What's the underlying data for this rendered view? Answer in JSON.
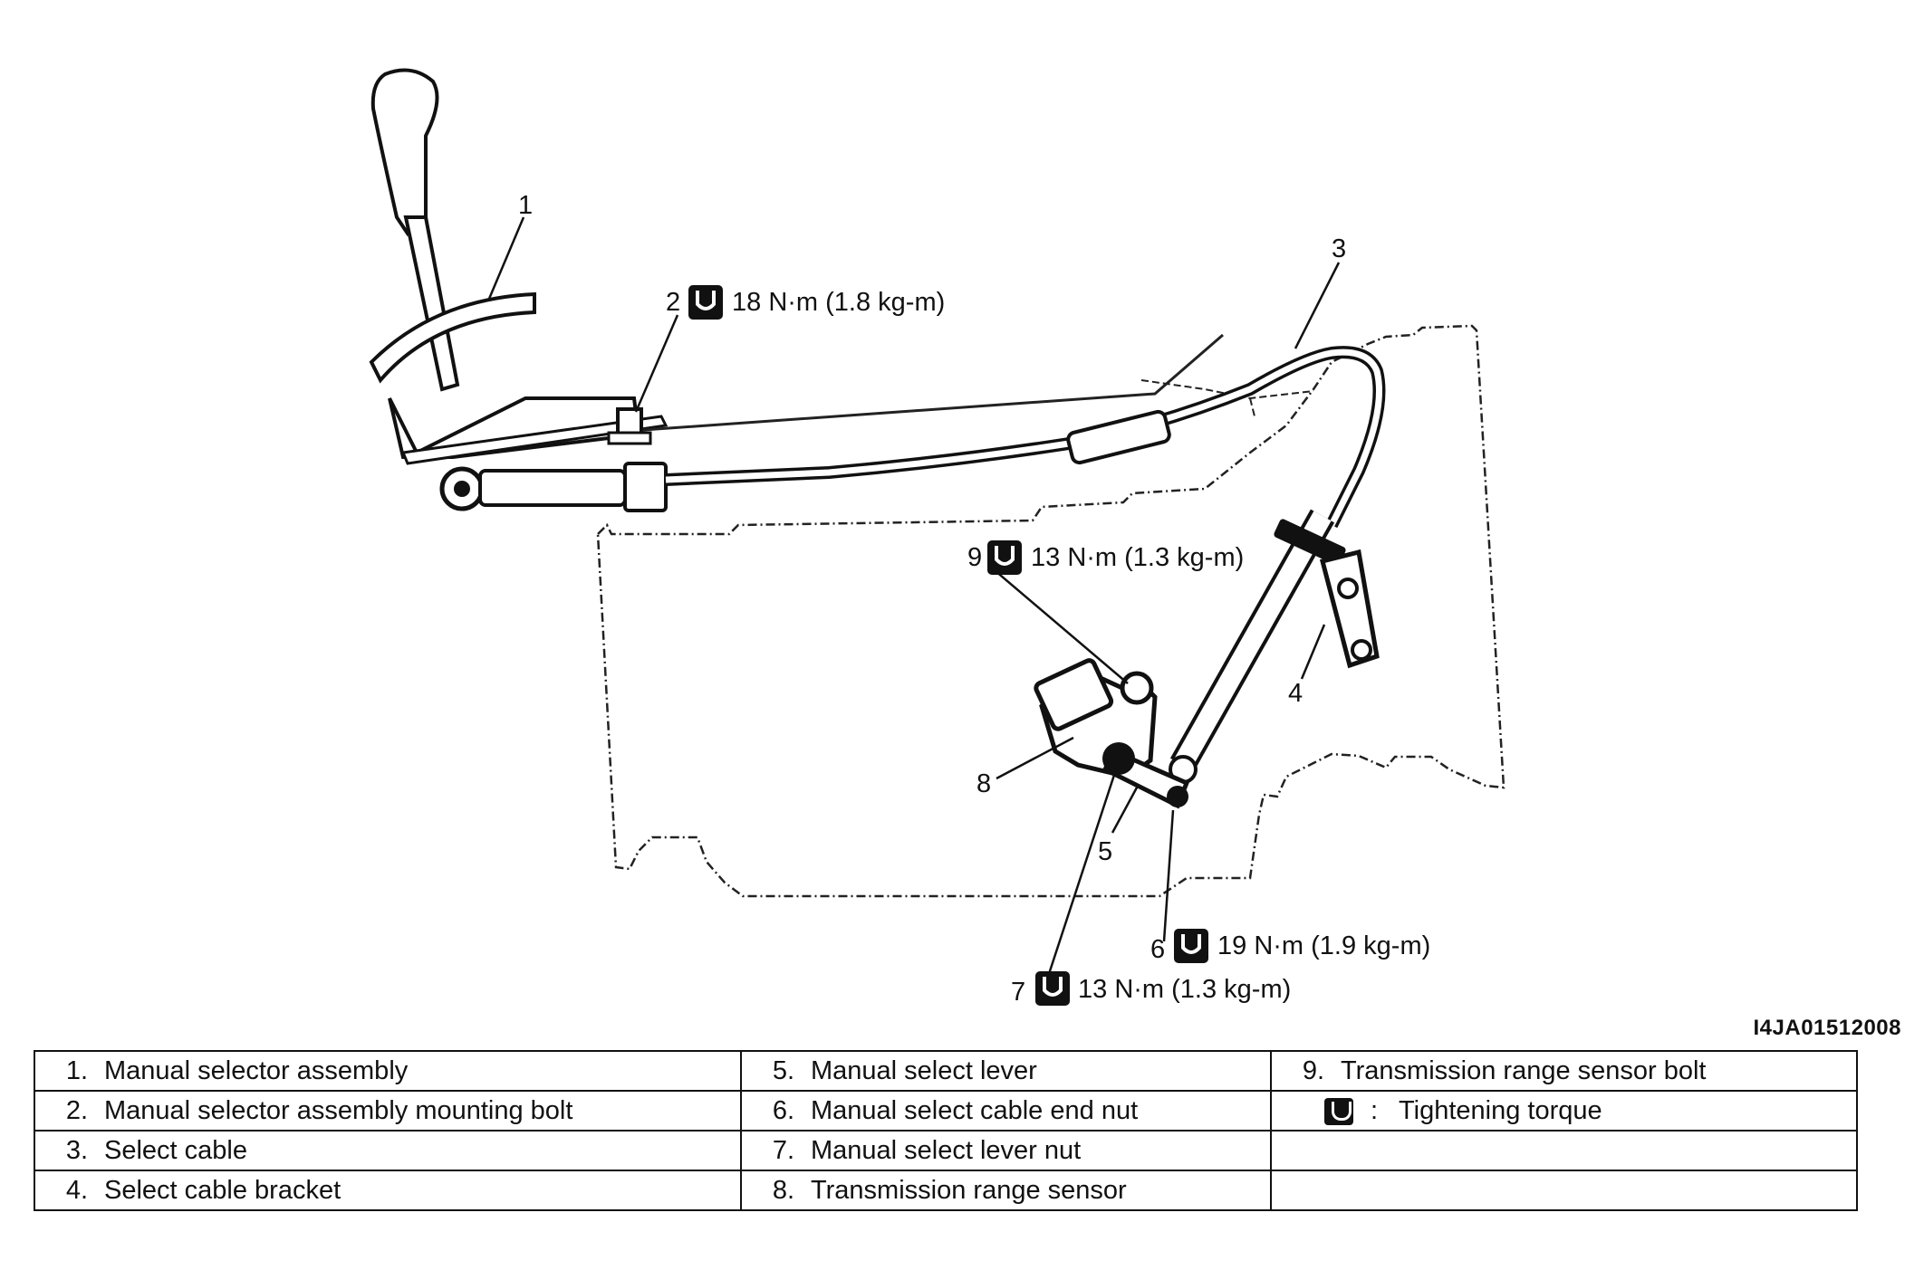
{
  "callouts": [
    {
      "number": "1"
    },
    {
      "number": "2",
      "torque": "18 N·m (1.8 kg-m)"
    },
    {
      "number": "3"
    },
    {
      "number": "4"
    },
    {
      "number": "5"
    },
    {
      "number": "6",
      "torque": "19 N·m (1.9 kg-m)"
    },
    {
      "number": "7",
      "torque": "13 N·m (1.3 kg-m)"
    },
    {
      "number": "8"
    },
    {
      "number": "9",
      "torque": "13 N·m (1.3 kg-m)"
    }
  ],
  "figure_id": "I4JA01512008",
  "legend": [
    [
      {
        "num": "1.",
        "label": "Manual selector assembly"
      },
      {
        "num": "5.",
        "label": "Manual select lever"
      },
      {
        "num": "9.",
        "label": "Transmission range sensor bolt"
      }
    ],
    [
      {
        "num": "2.",
        "label": "Manual selector assembly mounting bolt"
      },
      {
        "num": "6.",
        "label": "Manual select cable end nut"
      },
      {
        "num": "",
        "label": "Tightening torque",
        "symbol": "torque-wrench-icon",
        "separator": ":"
      }
    ],
    [
      {
        "num": "3.",
        "label": "Select cable"
      },
      {
        "num": "7.",
        "label": "Manual select lever nut"
      },
      {
        "num": "",
        "label": ""
      }
    ],
    [
      {
        "num": "4.",
        "label": "Select cable bracket"
      },
      {
        "num": "8.",
        "label": "Transmission range sensor"
      },
      {
        "num": "",
        "label": ""
      }
    ]
  ]
}
